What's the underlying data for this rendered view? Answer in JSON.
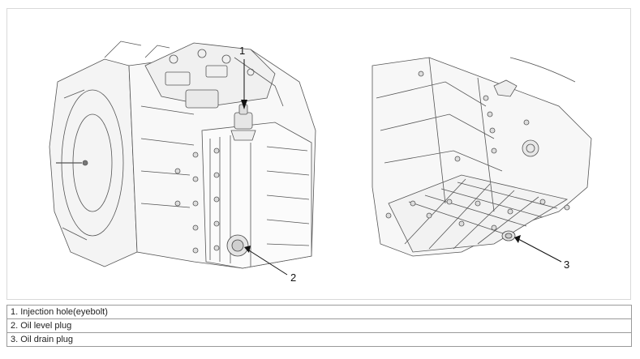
{
  "callouts": {
    "c1": "1",
    "c2": "2",
    "c3": "3"
  },
  "legend": [
    "1. Injection hole(eyebolt)",
    "2. Oil level plug",
    "3. Oil drain plug"
  ]
}
